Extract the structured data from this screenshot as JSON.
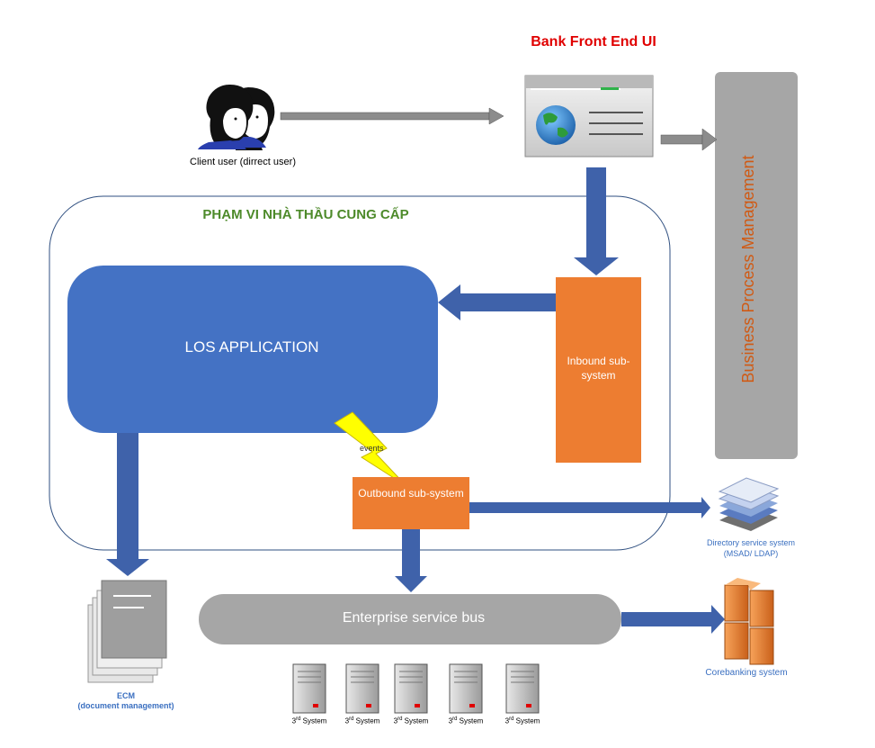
{
  "bank_ui": {
    "title": "Bank Front End UI"
  },
  "client_user": {
    "label": "Client user (dirrect user)"
  },
  "scope": {
    "title": "PHẠM VI NHÀ THẦU CUNG CẤP"
  },
  "los": {
    "label": "LOS APPLICATION"
  },
  "inbound": {
    "label": "Inbound sub-system"
  },
  "outbound": {
    "label": "Outbound sub-system"
  },
  "events": {
    "label": "events"
  },
  "esb": {
    "label": "Enterprise service bus"
  },
  "bpm": {
    "label": "Business Process Management"
  },
  "directory": {
    "label": "Directory service system (MSAD/ LDAP)"
  },
  "corebanking": {
    "label": "Corebanking system"
  },
  "ecm": {
    "label_line1": "ECM",
    "label_line2": "(document management)"
  },
  "third_systems": [
    {
      "prefix": "3",
      "sup": "rd",
      "suffix": " System"
    },
    {
      "prefix": "3",
      "sup": "rd",
      "suffix": " System"
    },
    {
      "prefix": "3",
      "sup": "rd",
      "suffix": " System"
    },
    {
      "prefix": "3",
      "sup": "rd",
      "suffix": " System"
    },
    {
      "prefix": "3",
      "sup": "rd",
      "suffix": " System"
    }
  ],
  "colors": {
    "blue_box": "#4472c4",
    "arrow_blue": "#3f62aa",
    "orange": "#ed7d31",
    "gray": "#a6a6a6",
    "title_red": "#e00000",
    "scope_green": "#4d8a2a"
  },
  "icons": [
    "user-silhouette-icon",
    "browser-globe-icon",
    "server-icon",
    "stacked-disks-icon",
    "document-stack-icon",
    "lightning-icon"
  ]
}
